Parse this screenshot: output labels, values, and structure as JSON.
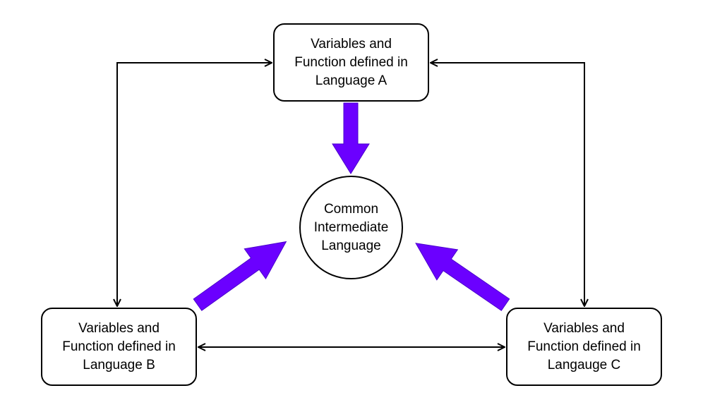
{
  "nodes": {
    "language_a": {
      "lines": [
        "Variables and",
        "Function defined in",
        "Language A"
      ]
    },
    "language_b": {
      "lines": [
        "Variables and",
        "Function defined in",
        "Language B"
      ]
    },
    "language_c": {
      "lines": [
        "Variables and",
        "Function defined in",
        "Langauge C"
      ]
    },
    "common": {
      "lines": [
        "Common",
        "Intermediate",
        "Language"
      ]
    }
  },
  "colors": {
    "accent_arrow": "#6b00ff",
    "connector": "#000000",
    "node_border": "#000000",
    "background": "#ffffff"
  }
}
